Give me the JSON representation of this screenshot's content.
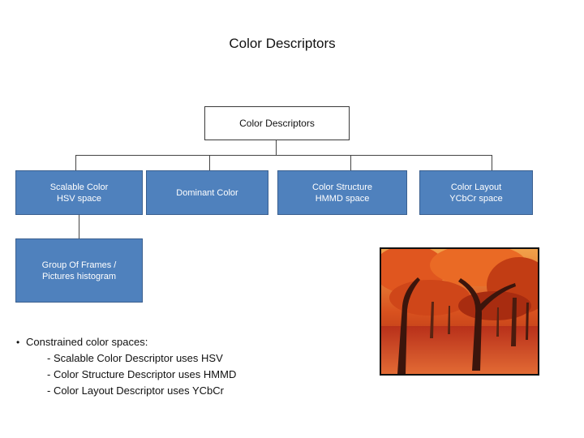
{
  "title": "Color Descriptors",
  "diagram": {
    "root": "Color Descriptors",
    "children": [
      {
        "lines": [
          "Scalable Color",
          "HSV space"
        ]
      },
      {
        "lines": [
          "Dominant Color"
        ]
      },
      {
        "lines": [
          "Color Structure",
          "HMMD space"
        ]
      },
      {
        "lines": [
          "Color Layout",
          "YCbCr space"
        ]
      }
    ],
    "grandchild": {
      "lines": [
        "Group Of Frames /",
        "Pictures histogram"
      ]
    }
  },
  "bullets": {
    "heading": "Constrained color spaces:",
    "items": [
      "- Scalable Color Descriptor uses HSV",
      "- Color Structure Descriptor uses HMMD",
      "- Color Layout Descriptor uses YCbCr"
    ]
  },
  "photo": {
    "subject": "autumn-trees"
  },
  "colors": {
    "node_fill": "#4f81bd",
    "node_text": "#ffffff",
    "line": "#444444"
  }
}
